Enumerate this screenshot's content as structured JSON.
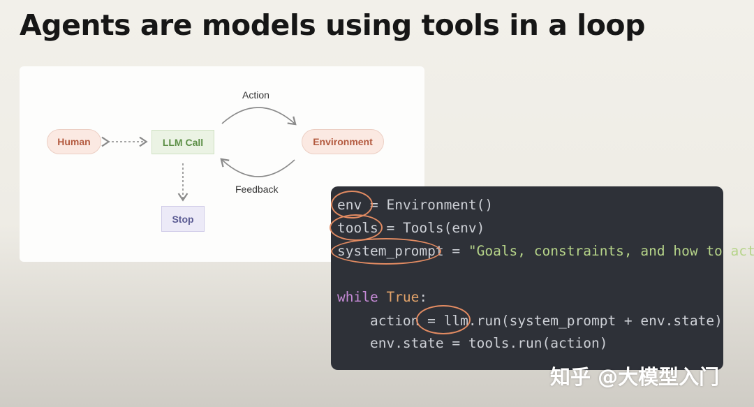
{
  "slide": {
    "title": "Agents are models using tools in a loop"
  },
  "diagram": {
    "nodes": {
      "human": "Human",
      "llm": "LLM Call",
      "environment": "Environment",
      "stop": "Stop"
    },
    "edges": {
      "action": "Action",
      "feedback": "Feedback"
    }
  },
  "code": {
    "line1": {
      "var": "env",
      "op": " = ",
      "rest": "Environment()"
    },
    "line2": {
      "var": "tools",
      "op": " = ",
      "rest": "Tools(env)"
    },
    "line3": {
      "var": "system_prompt",
      "op": " = ",
      "str": "\"Goals, constraints, and how to act\""
    },
    "line4": {
      "kw": "while",
      "sp": " ",
      "builtin": "True",
      "rest": ":"
    },
    "line5": {
      "indent": "    ",
      "var": "action",
      "op": " = ",
      "rest": "llm.run(system_prompt + env.state)"
    },
    "line6": {
      "indent": "    ",
      "rest": "env.state = tools.run(action)"
    }
  },
  "watermark": "知乎 @大模型入门"
}
